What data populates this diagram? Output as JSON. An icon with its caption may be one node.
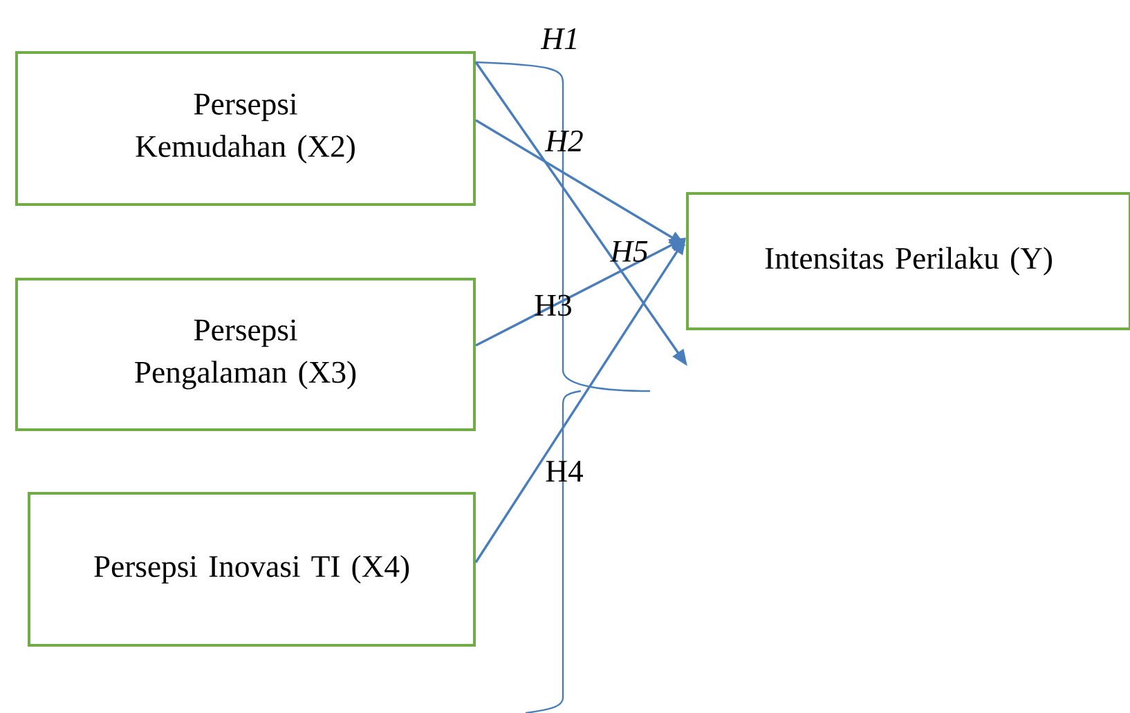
{
  "diagram": {
    "nodes": [
      {
        "text": [
          "Persepsi Kemudahan (X2)"
        ]
      },
      {
        "text": [
          "Persepsi Pengalaman (X3)"
        ]
      },
      {
        "text": [
          "Persepsi Inovasi TI (X4)"
        ]
      },
      {
        "text": [
          "Intensitas Perilaku (Y)"
        ]
      }
    ],
    "edges": [
      {
        "from": 0,
        "to": null,
        "arrow": "to"
      },
      {
        "from": 0,
        "to": 3,
        "arrow": "to"
      },
      {
        "from": 1,
        "to": 3,
        "arrow": "to"
      },
      {
        "from": 2,
        "to": 3,
        "arrow": "to"
      }
    ],
    "labels": [
      "H1",
      "H2",
      "H5",
      "H3",
      "H4"
    ]
  }
}
